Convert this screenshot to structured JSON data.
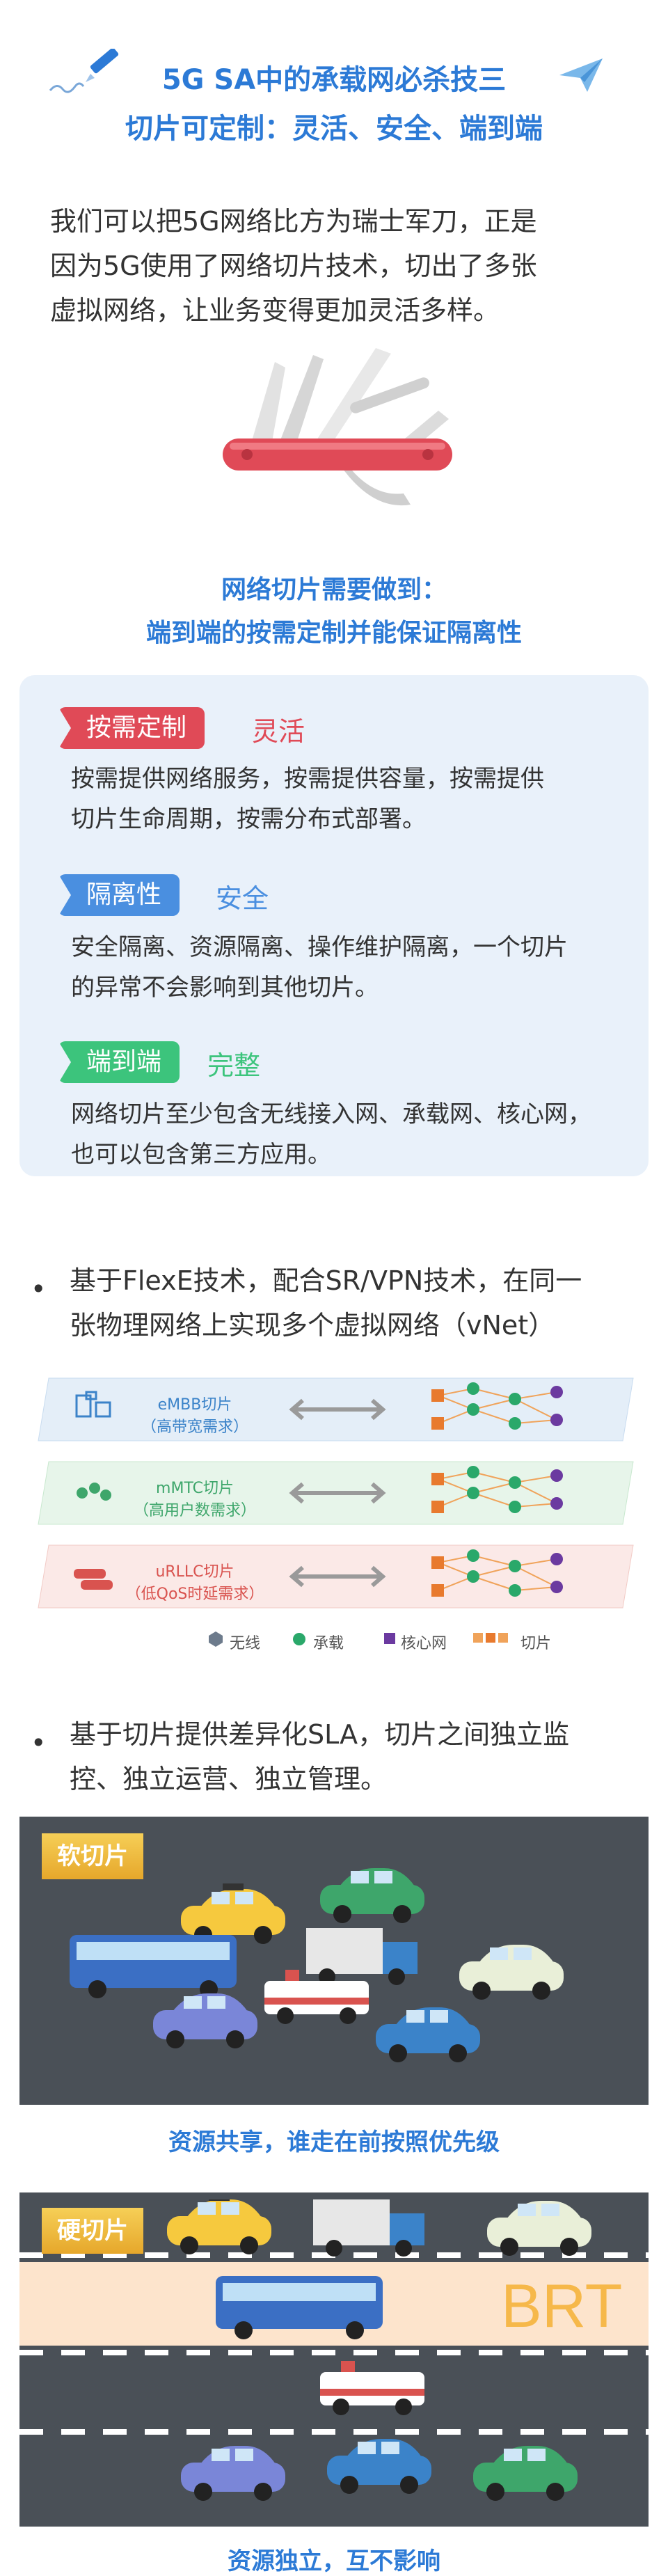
{
  "header": {
    "title_line1": "5G SA中的承载网必杀技三",
    "title_line2": "切片可定制：灵活、安全、端到端"
  },
  "intro": {
    "line1": "我们可以把5G网络比方为瑞士军刀，正是",
    "line2": "因为5G使用了网络切片技术，切出了多张",
    "line3": "虚拟网络，让业务变得更加灵活多样。"
  },
  "requirements": {
    "heading_line1": "网络切片需要做到：",
    "heading_line2": "端到端的按需定制并能保证隔离性",
    "items": [
      {
        "tag": "按需定制",
        "word": "灵活",
        "line1": "按需提供网络服务，按需提供容量，按需提供",
        "line2": "切片生命周期，按需分布式部署。",
        "color": "#e04a57"
      },
      {
        "tag": "隔离性",
        "word": "安全",
        "line1": "安全隔离、资源隔离、操作维护隔离，一个切片",
        "line2": "的异常不会影响到其他切片。",
        "color": "#4a8fe0"
      },
      {
        "tag": "端到端",
        "word": "完整",
        "line1": "网络切片至少包含无线接入网、承载网、核心网，",
        "line2": "也可以包含第三方应用。",
        "color": "#3cc47c"
      }
    ]
  },
  "bullet1": {
    "line1": "基于FlexE技术，配合SR/VPN技术，在同一",
    "line2": "张物理网络上实现多个虚拟网络（vNet）"
  },
  "slices": [
    {
      "name": "eMBB切片",
      "desc": "（高带宽需求）",
      "color": "#3b83c9"
    },
    {
      "name": "mMTC切片",
      "desc": "（高用户数需求）",
      "color": "#3ea66b"
    },
    {
      "name": "uRLLC切片",
      "desc": "（低QoS时延需求）",
      "color": "#d9534f"
    }
  ],
  "legend": {
    "wireless": "无线",
    "bearer": "承载",
    "core": "核心网",
    "slice": "切片"
  },
  "bullet2": {
    "line1": "基于切片提供差异化SLA，切片之间独立监",
    "line2": "控、独立运营、独立管理。"
  },
  "soft": {
    "badge": "软切片",
    "caption": "资源共享，谁走在前按照优先级"
  },
  "hard": {
    "badge": "硬切片",
    "brt": "BRT",
    "caption": "资源独立，互不影响"
  }
}
